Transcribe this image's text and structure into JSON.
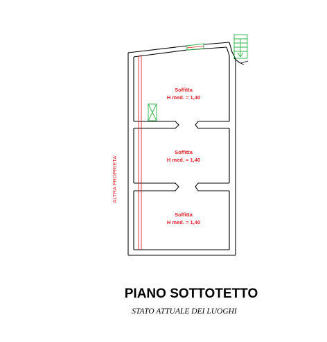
{
  "plan": {
    "rooms": [
      {
        "name": "Soffitta",
        "height": "H med. = 1,40"
      },
      {
        "name": "Soffitta",
        "height": "H med. = 1,40"
      },
      {
        "name": "Soffitta",
        "height": "H med. = 1,40"
      }
    ],
    "boundary_label": "ALTRA PROPRIETA'"
  },
  "caption": {
    "title": "PIANO SOTTOTETTO",
    "subtitle": "STATO ATTUALE DEI LUOGHI"
  },
  "colors": {
    "wall": "#000000",
    "boundary": "#e0202a",
    "fixture": "#2bb34a"
  }
}
